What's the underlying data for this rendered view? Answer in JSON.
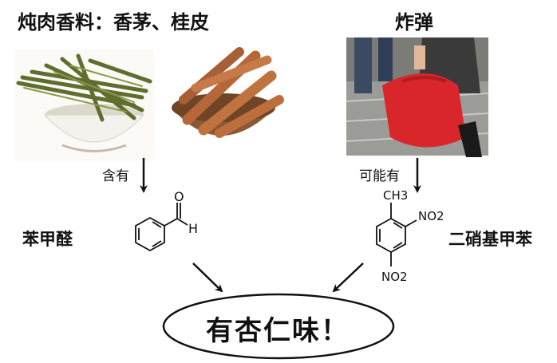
{
  "left": {
    "title": "炖肉香料：香茅、桂皮",
    "relation": "含有",
    "compound_name": "苯甲醛",
    "compound_formula_label": "H"
  },
  "right": {
    "title": "炸弹",
    "relation": "可能有",
    "compound_name": "二硝基甲苯",
    "group_methyl": "CH3",
    "group_nitro_top": "NO2",
    "group_nitro_bottom": "NO2"
  },
  "conclusion": "有杏仁味！"
}
